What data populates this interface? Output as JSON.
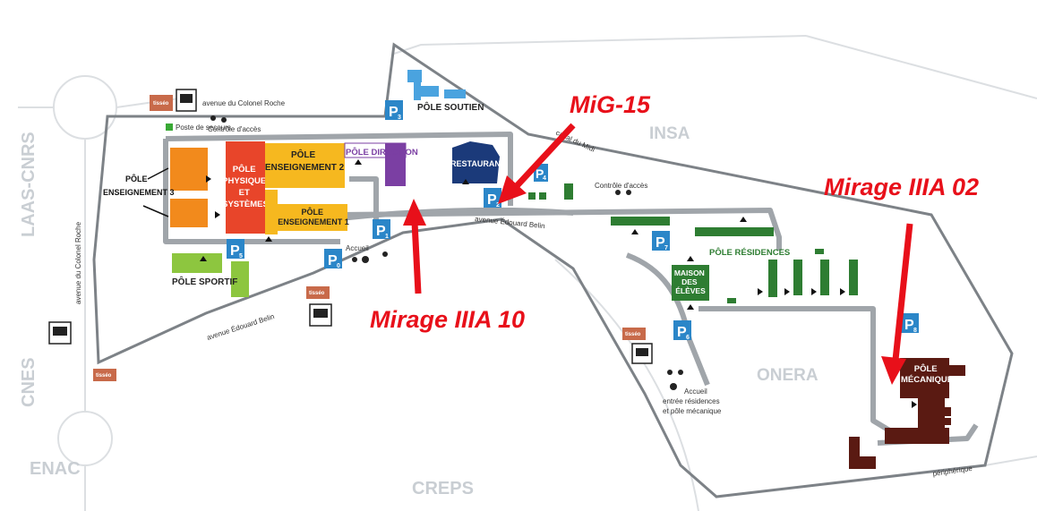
{
  "neighbors": {
    "laas_cnrs": "LAAS-CNRS",
    "insa": "INSA",
    "cnes": "CNES",
    "enac": "ENAC",
    "creps": "CREPS",
    "onera": "ONERA"
  },
  "streets": {
    "avenue_colonel_roche_top": "avenue du Colonel Roche",
    "avenue_colonel_roche_side": "avenue du Colonel Roche",
    "avenue_edouard_belin_top": "avenue Édouard Belin",
    "avenue_edouard_belin_bottom": "avenue Édouard Belin",
    "canal_du_midi": "canal du Midi",
    "peripherique": "périphérique"
  },
  "buildings": {
    "pole_enseignement_3": [
      "PÔLE",
      "ENSEIGNEMENT 3"
    ],
    "pole_physique": [
      "PÔLE",
      "PHYSIQUE",
      "ET",
      "SYSTÈMES"
    ],
    "pole_enseignement_2": [
      "PÔLE",
      "ENSEIGNEMENT 2"
    ],
    "pole_enseignement_1": [
      "PÔLE",
      "ENSEIGNEMENT 1"
    ],
    "pole_direction": "PÔLE DIRECTION",
    "restaurant": "RESTAURANT",
    "pole_soutien": "PÔLE SOUTIEN",
    "pole_sportif": "PÔLE SPORTIF",
    "maison_eleves": [
      "MAISON",
      "DES",
      "ÉLÈVES"
    ],
    "pole_residences": "PÔLE RÉSIDENCES",
    "pole_mecanique": [
      "PÔLE",
      "MÉCANIQUE"
    ]
  },
  "access": {
    "controle_acces_1": "Contrôle d'accès",
    "controle_acces_2": "Contrôle d'accès",
    "accueil": "Accueil",
    "accueil_residences": [
      "Accueil",
      "entrée résidences",
      "et pôle mécanique"
    ],
    "poste_secours": "Poste de secours"
  },
  "parkings": [
    {
      "letter": "P",
      "num": "0"
    },
    {
      "letter": "P",
      "num": "1"
    },
    {
      "letter": "P",
      "num": "2"
    },
    {
      "letter": "P",
      "num": "3"
    },
    {
      "letter": "P",
      "num": "4"
    },
    {
      "letter": "P",
      "num": "5"
    },
    {
      "letter": "P",
      "num": "6"
    },
    {
      "letter": "P",
      "num": "7"
    },
    {
      "letter": "P",
      "num": "8"
    }
  ],
  "aircraft": {
    "mig15": "MiG-15",
    "mirage_10": "Mirage IIIA 10",
    "mirage_02": "Mirage IIIA 02"
  },
  "tisseo": "tisséo",
  "colors": {
    "road": "#a0a5aa",
    "arrow_red": "#e8101a",
    "parking_blue": "#2b86c8",
    "orange": "#f28a1c",
    "red_building": "#e8452a",
    "yellow": "#f6b81f",
    "purple": "#7b3fa3",
    "navy": "#1b3a7a",
    "light_blue": "#4aa3df",
    "light_green": "#8dc63f",
    "dark_green": "#2e7d32",
    "brown": "#5a1a12",
    "grey_label": "#c9ced3"
  }
}
